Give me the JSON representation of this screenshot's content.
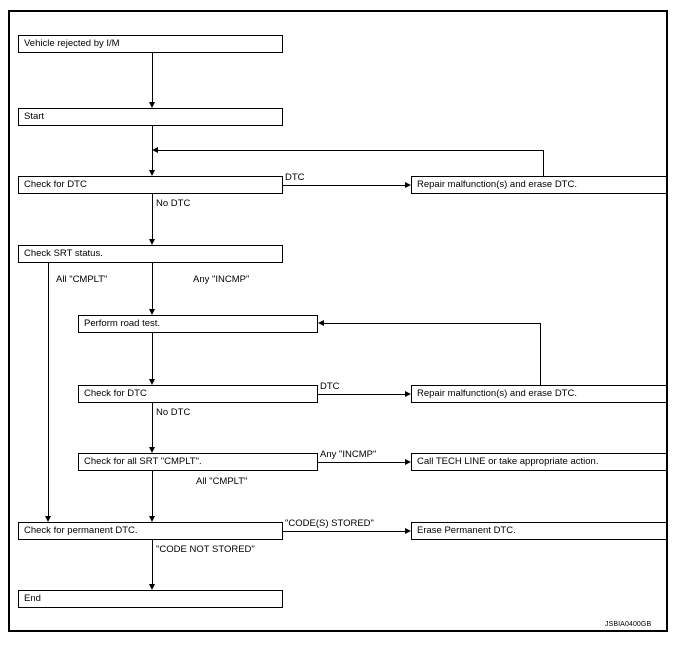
{
  "figure": {
    "reference_id": "JSBIA0400GB",
    "colors": {
      "line": "#000000",
      "background": "#ffffff",
      "text": "#000000"
    }
  },
  "nodes": {
    "vehicle_rejected": "Vehicle rejected by I/M",
    "start": "Start",
    "check_dtc_1": "Check for DTC",
    "repair_1": "Repair malfunction(s) and erase DTC.",
    "check_srt_status": "Check SRT status.",
    "perform_road_test": "Perform road test.",
    "check_dtc_2": "Check for DTC",
    "repair_2": "Repair malfunction(s) and erase DTC.",
    "check_all_srt_cmplt": "Check for all SRT \"CMPLT\".",
    "call_tech_line": "Call TECH LINE or take appropriate action.",
    "check_permanent_dtc": "Check for permanent DTC.",
    "erase_permanent_dtc": "Erase Permanent DTC.",
    "end": "End"
  },
  "edge_labels": {
    "dtc_1": "DTC",
    "no_dtc_1": "No DTC",
    "all_cmplt_1": "All \"CMPLT\"",
    "any_incmp_1": "Any \"INCMP\"",
    "dtc_2": "DTC",
    "no_dtc_2": "No DTC",
    "any_incmp_2": "Any \"INCMP\"",
    "all_cmplt_2": "All \"CMPLT\"",
    "codes_stored": "\"CODE(S) STORED\"",
    "code_not_stored": "\"CODE NOT STORED\""
  }
}
